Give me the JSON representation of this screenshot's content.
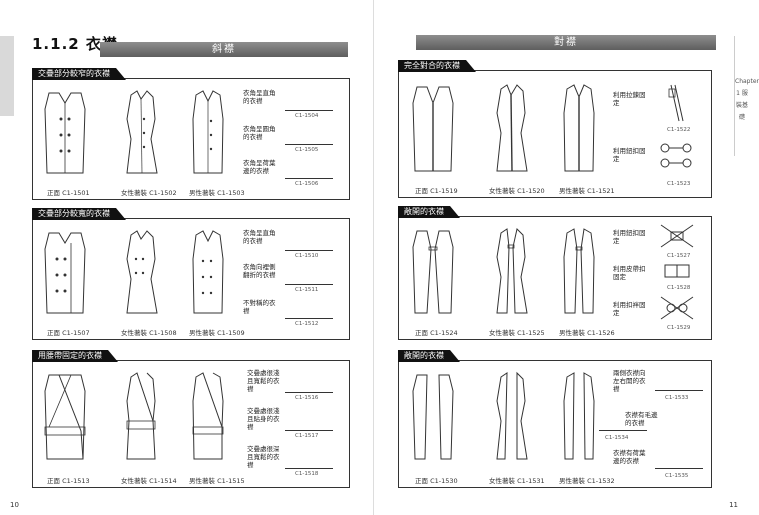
{
  "left_page": {
    "section_title": "1.1.2 衣襟",
    "bar_title": "斜襟",
    "page_number": "10",
    "panels": [
      {
        "header": "交疊部分較窄的衣襟",
        "captions": [
          "正面 C1-1501",
          "女性著裝 C1-1502",
          "男性著裝 C1-1503"
        ],
        "notes": [
          "衣角呈直角的衣襟",
          "衣角呈圓角的衣襟",
          "衣角呈荷葉邊的衣襟"
        ],
        "detail_codes": [
          "C1-1504",
          "C1-1505",
          "C1-1506"
        ]
      },
      {
        "header": "交疊部分較寬的衣襟",
        "captions": [
          "正面 C1-1507",
          "女性著裝 C1-1508",
          "男性著裝 C1-1509"
        ],
        "notes": [
          "衣角呈直角的衣襟",
          "衣角向裡側翻折的衣襟",
          "不對稱的衣襟"
        ],
        "detail_codes": [
          "C1-1510",
          "C1-1511",
          "C1-1512"
        ]
      },
      {
        "header": "用腰帶固定的衣襟",
        "captions": [
          "正面 C1-1513",
          "女性著裝 C1-1514",
          "男性著裝 C1-1515"
        ],
        "notes": [
          "交疊處很淺且寬鬆的衣襟",
          "交疊處很淺且貼身的衣襟",
          "交疊處很深且寬鬆的衣襟"
        ],
        "detail_codes": [
          "C1-1516",
          "C1-1517",
          "C1-1518"
        ]
      }
    ]
  },
  "right_page": {
    "bar_title": "對襟",
    "page_number": "11",
    "edge_text": "Chapter 1 服裝基礎",
    "panels": [
      {
        "header": "完全對合的衣襟",
        "captions": [
          "正面 C1-1519",
          "女性著裝 C1-1520",
          "男性著裝 C1-1521"
        ],
        "notes": [
          "利用拉鍊固定",
          "利用鈕扣固定"
        ],
        "detail_codes": [
          "C1-1522",
          "C1-1523"
        ]
      },
      {
        "header": "敞開的衣襟",
        "captions": [
          "正面 C1-1524",
          "女性著裝 C1-1525",
          "男性著裝 C1-1526"
        ],
        "notes": [
          "利用鈕扣固定",
          "利用皮帶扣固定",
          "利用扣袢固定"
        ],
        "detail_codes": [
          "C1-1527",
          "C1-1528",
          "C1-1529"
        ]
      },
      {
        "header": "敞開的衣襟",
        "captions": [
          "正面 C1-1530",
          "女性著裝 C1-1531",
          "男性著裝 C1-1532"
        ],
        "notes": [
          "兩側衣襟向左右開的衣襟",
          "衣襟有毛邊的衣襟",
          "衣襟有荷葉邊的衣襟"
        ],
        "detail_codes": [
          "C1-1533",
          "C1-1534",
          "C1-1535"
        ]
      }
    ]
  },
  "colors": {
    "panel_header": "#111111",
    "bar": "#7a7a7a",
    "tab": "#d9d9d9"
  }
}
